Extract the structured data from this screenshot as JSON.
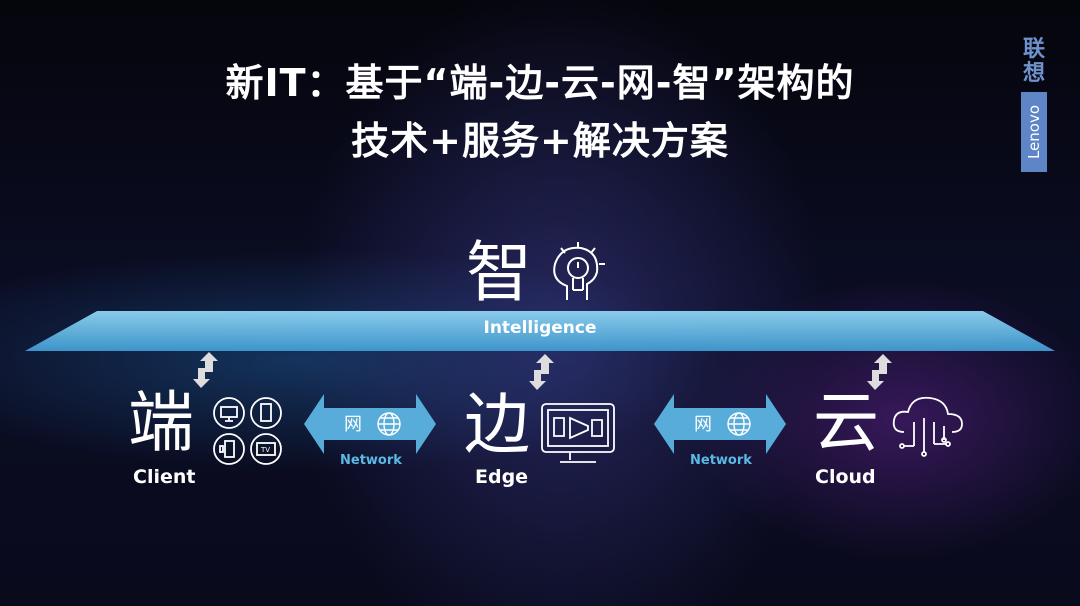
{
  "title": {
    "line1": "新IT：基于“端-边-云-网-智”架构的",
    "line2": "技术+服务+解决方案"
  },
  "logo": {
    "cn": "联想",
    "en": "Lenovo"
  },
  "intelligence": {
    "char": "智",
    "label": "Intelligence"
  },
  "client": {
    "char": "端",
    "label": "Client",
    "tv": "TV"
  },
  "edge": {
    "char": "边",
    "label": "Edge"
  },
  "cloud": {
    "char": "云",
    "label": "Cloud"
  },
  "network": [
    {
      "char": "网",
      "label": "Network"
    },
    {
      "char": "网",
      "label": "Network"
    }
  ],
  "colors": {
    "plane": "#5fb4e4",
    "network_arrow": "#58acd9",
    "logo": "#5d85c7"
  }
}
